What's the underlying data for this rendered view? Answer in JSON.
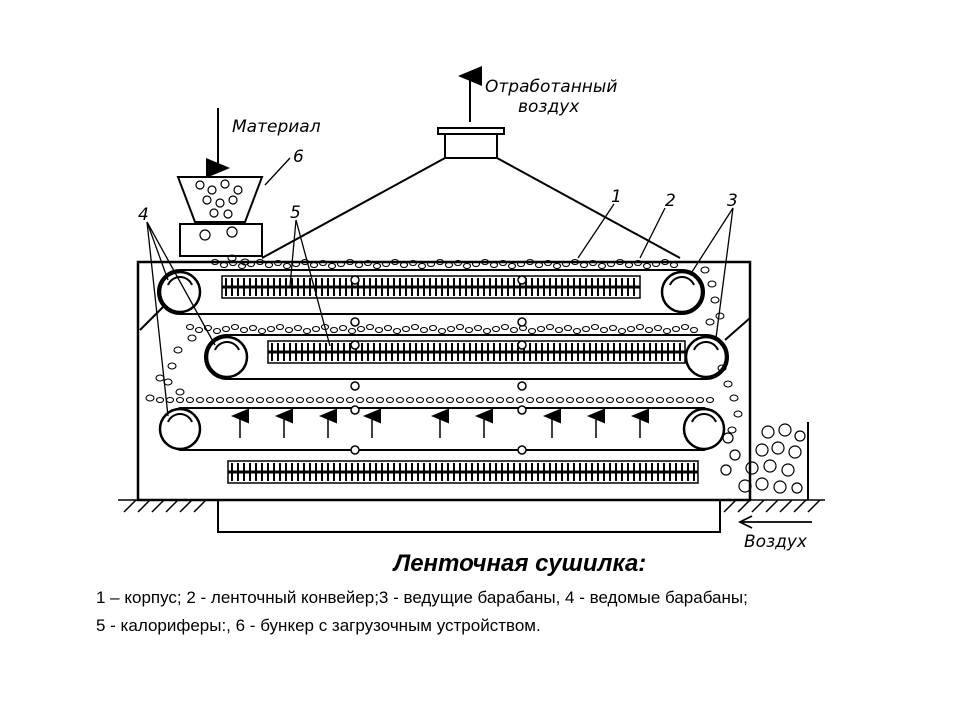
{
  "diagram": {
    "label_material": "Материал",
    "label_exhaust_line1": "Отработанный",
    "label_exhaust_line2": "воздух",
    "label_air": "Воздух",
    "num_1": "1",
    "num_2": "2",
    "num_3": "3",
    "num_4": "4",
    "num_5": "5",
    "num_6": "6"
  },
  "caption": {
    "title": "Ленточная сушилка:",
    "line1": "1 – корпус; 2 - ленточный конвейер;3 - ведущие барабаны, 4 - ведомые барабаны;",
    "line2": "5 - калориферы:, 6  - бункер с загрузочным устройством."
  }
}
